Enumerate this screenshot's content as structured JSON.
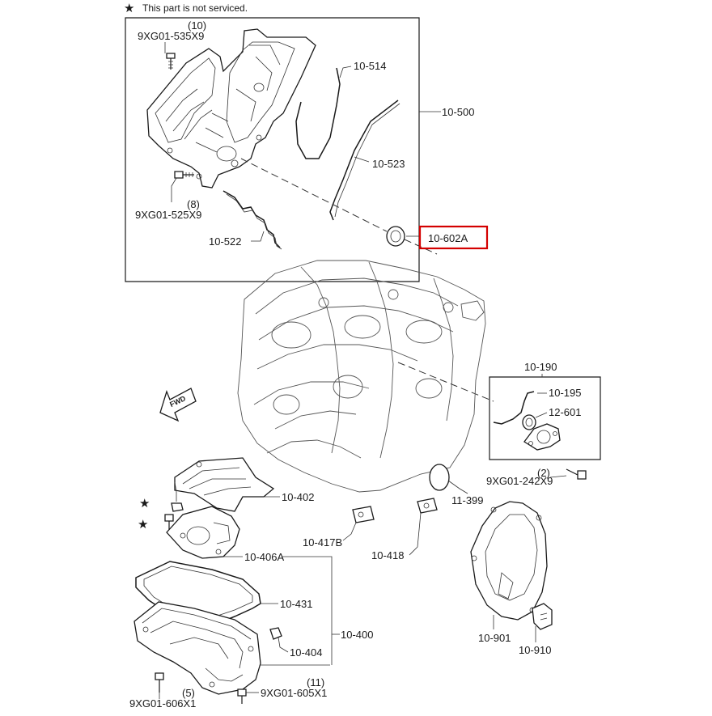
{
  "legend": {
    "star_glyph": "★",
    "text": "This part is not serviced."
  },
  "highlight_color": "#d40000",
  "callouts": {
    "p10_500": "10-500",
    "p10_514": "10-514",
    "p10_523": "10-523",
    "p10_522": "10-522",
    "p10_602a": "10-602A",
    "bolt_535_qty": "(10)",
    "bolt_535": "9XG01-535X9",
    "bolt_525_qty": "(8)",
    "bolt_525": "9XG01-525X9",
    "p10_190": "10-190",
    "p10_195": "10-195",
    "p12_601": "12-601",
    "bolt_242_qty": "(2)",
    "bolt_242": "9XG01-242X9",
    "p11_399": "11-399",
    "p10_402": "10-402",
    "p10_406a": "10-406A",
    "p10_417b": "10-417B",
    "p10_418": "10-418",
    "p10_431": "10-431",
    "p10_400": "10-400",
    "p10_404": "10-404",
    "p10_901": "10-901",
    "p10_910": "10-910",
    "bolt_605_qty": "(11)",
    "bolt_605": "9XG01-605X1",
    "bolt_606_qty": "(5)",
    "bolt_606": "9XG01-606X1",
    "fwd": "FWD",
    "star_402": "★",
    "star_406a": "★"
  }
}
